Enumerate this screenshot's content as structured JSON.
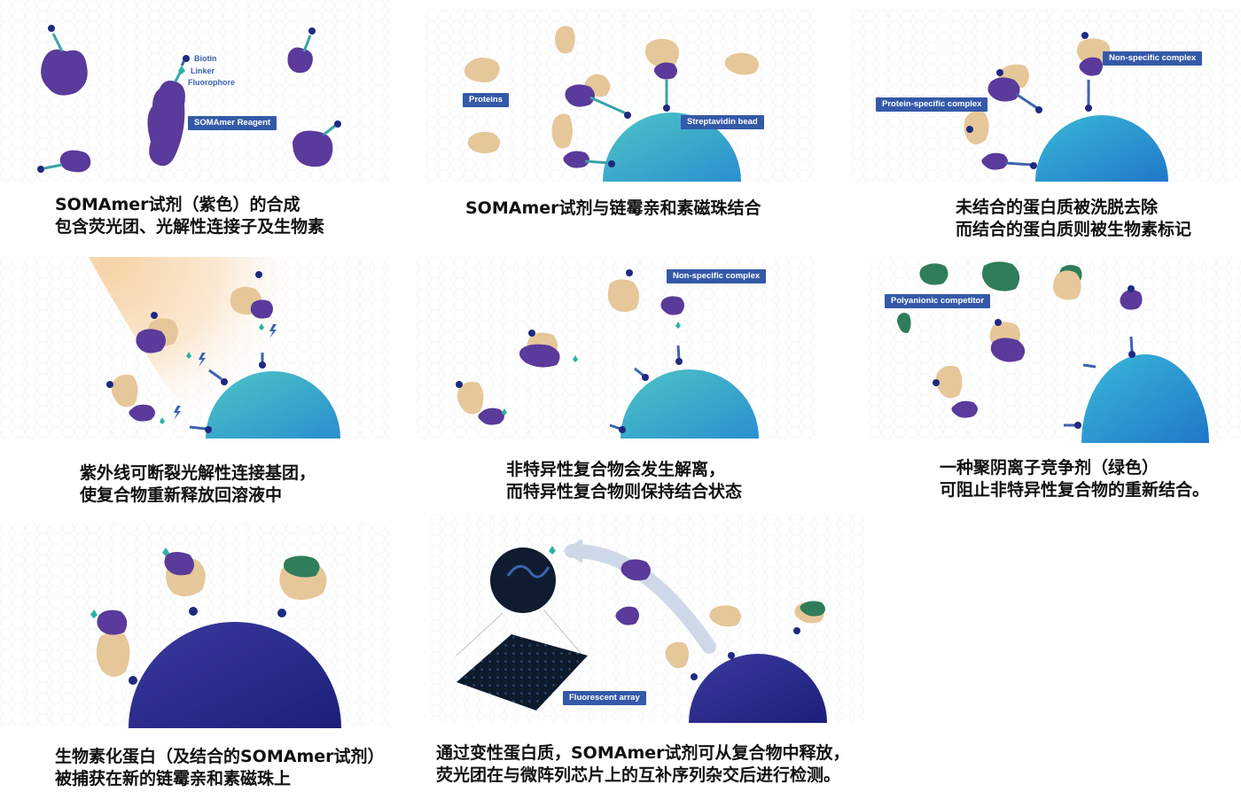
{
  "panels": [
    {
      "labels": {
        "biotin": "Biotin",
        "linker": "Linker",
        "fluorophore": "Fluorophore",
        "reagent": "SOMAmer Reagent"
      },
      "caption": [
        "SOMAmer试剂（紫色）的合成",
        "包含荧光团、光解性连接子及生物素"
      ]
    },
    {
      "labels": {
        "proteins": "Proteins",
        "bead": "Streptavidin bead"
      },
      "caption": [
        "SOMAmer试剂与链霉亲和素磁珠结合"
      ]
    },
    {
      "labels": {
        "nonspecific": "Non-specific complex",
        "specific": "Protein-specific complex"
      },
      "caption": [
        "未结合的蛋白质被洗脱去除",
        "而结合的蛋白质则被生物素标记"
      ]
    },
    {
      "labels": {},
      "caption": [
        "紫外线可断裂光解性连接基团，",
        "使复合物重新释放回溶液中"
      ]
    },
    {
      "labels": {
        "nonspecific": "Non-specific complex"
      },
      "caption": [
        "非特异性复合物会发生解离，",
        "而特异性复合物则保持结合状态"
      ]
    },
    {
      "labels": {
        "competitor": "Polyanionic competitor"
      },
      "caption": [
        "一种聚阴离子竞争剂（绿色）",
        "可阻止非特异性复合物的重新结合。"
      ]
    },
    {
      "labels": {},
      "caption": [
        "生物素化蛋白（及结合的SOMAmer试剂）",
        "被捕获在新的链霉亲和素磁珠上"
      ]
    },
    {
      "labels": {
        "array": "Fluorescent array"
      },
      "caption": [
        "通过变性蛋白质，SOMAmer试剂可从复合物中释放，",
        "荧光团在与微阵列芯片上的互补序列杂交后进行检测。"
      ]
    }
  ],
  "colors": {
    "somamer_purple": "#5a3a9a",
    "protein_tan": "#e6c79a",
    "competitor_green": "#2f7d5a",
    "bead_teal": "#3fb4c6",
    "bead_blue": "#2aa0d4",
    "bead_dark": "#2e2f8f",
    "label_bg": "#3459a8",
    "fluorophore": "#2bb3a3",
    "biotin": "#1e2a80"
  }
}
